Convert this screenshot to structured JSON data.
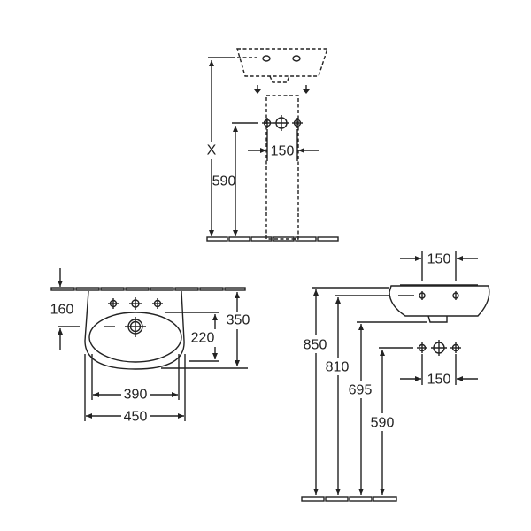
{
  "pedestal_view": {
    "height_label": "X",
    "tap_height": "590",
    "tap_spacing": "150"
  },
  "front_view": {
    "wall_offset": "160",
    "bowl_depth_inner": "220",
    "depth": "350",
    "inner_width": "390",
    "width": "450"
  },
  "side_view": {
    "top_spacing": "150",
    "rim_height": "850",
    "tap_hole_height": "810",
    "trap_height": "695",
    "tap_height": "590",
    "bottom_spacing": "150"
  }
}
